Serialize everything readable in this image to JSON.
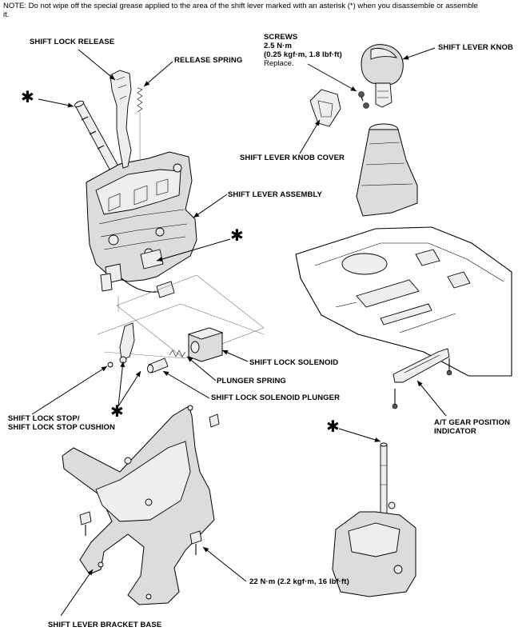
{
  "note": "NOTE: Do not wipe off the special grease applied to the area of the shift lever marked with an asterisk (*) when you disassemble or assemble it.",
  "asterisk": "✱",
  "labels": {
    "shift_lock_release": "SHIFT LOCK RELEASE",
    "release_spring": "RELEASE SPRING",
    "screws_title": "SCREWS",
    "screws_torque": "2.5 N·m",
    "screws_torque_alt": "(0.25 kgf·m, 1.8 lbf·ft)",
    "screws_replace": "Replace.",
    "shift_lever_knob": "SHIFT LEVER KNOB",
    "shift_lever_knob_cover": "SHIFT LEVER KNOB COVER",
    "shift_lever_assembly": "SHIFT LEVER ASSEMBLY",
    "shift_lock_solenoid": "SHIFT LOCK SOLENOID",
    "plunger_spring": "PLUNGER SPRING",
    "shift_lock_solenoid_plunger": "SHIFT LOCK SOLENOID PLUNGER",
    "shift_lock_stop_line1": "SHIFT LOCK STOP/",
    "shift_lock_stop_line2": "SHIFT LOCK STOP CUSHION",
    "at_gear_line1": "A/T GEAR POSITION",
    "at_gear_line2": "INDICATOR",
    "bracket_torque": "22 N·m (2.2 kgf·m, 16 lbf·ft)",
    "shift_lever_bracket_base": "SHIFT LEVER BRACKET BASE"
  }
}
